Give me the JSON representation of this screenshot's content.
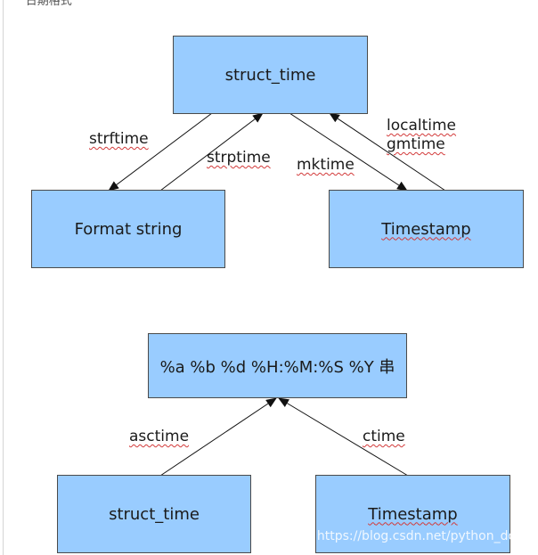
{
  "top_fragment": "“日期格式”",
  "diagram1": {
    "center": "struct_time",
    "left": "Format string",
    "right": "Timestamp",
    "edges": {
      "strftime": "strftime",
      "strptime": "strptime",
      "mktime": "mktime",
      "localtime": "localtime",
      "gmtime": "gmtime"
    }
  },
  "diagram2": {
    "center": "%a %b %d %H:%M:%S %Y 串",
    "left": "struct_time",
    "right": "Timestamp",
    "edges": {
      "asctime": "asctime",
      "ctime": "ctime"
    }
  },
  "watermark": "https://blog.csdn.net/python_doris",
  "colors": {
    "box_fill": "#99ccff",
    "box_border": "#4a4a4a",
    "arrow": "#111111",
    "spell_underline": "#d23a3a"
  }
}
